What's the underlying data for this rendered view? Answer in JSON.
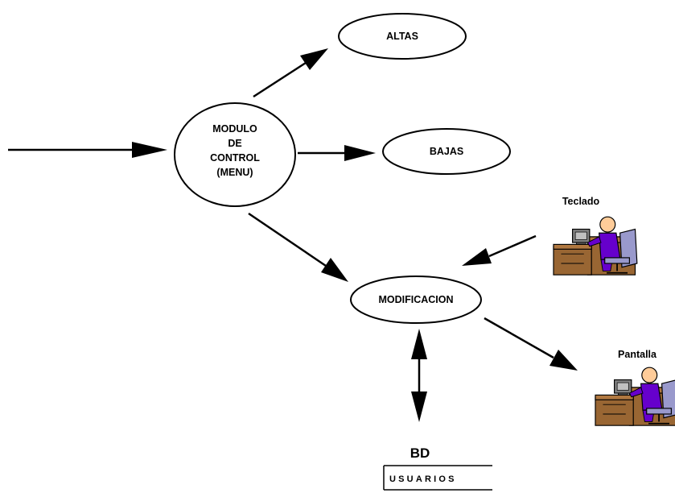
{
  "nodes": {
    "control": {
      "lines": [
        "MODULO",
        "DE",
        "CONTROL",
        "(MENU)"
      ]
    },
    "altas": {
      "label": "ALTAS"
    },
    "bajas": {
      "label": "BAJAS"
    },
    "modificacion": {
      "label": "MODIFICACION"
    }
  },
  "devices": {
    "teclado": {
      "label": "Teclado",
      "icon": "computer-user-icon"
    },
    "pantalla": {
      "label": "Pantalla",
      "icon": "computer-user-icon"
    }
  },
  "datastore": {
    "title": "BD",
    "name": "USUARIOS"
  },
  "colors": {
    "line": "#000000",
    "person_shirt": "#6600cc",
    "person_skin": "#ffcc99",
    "chair": "#9999cc",
    "desk": "#996633",
    "monitor": "#808080"
  }
}
